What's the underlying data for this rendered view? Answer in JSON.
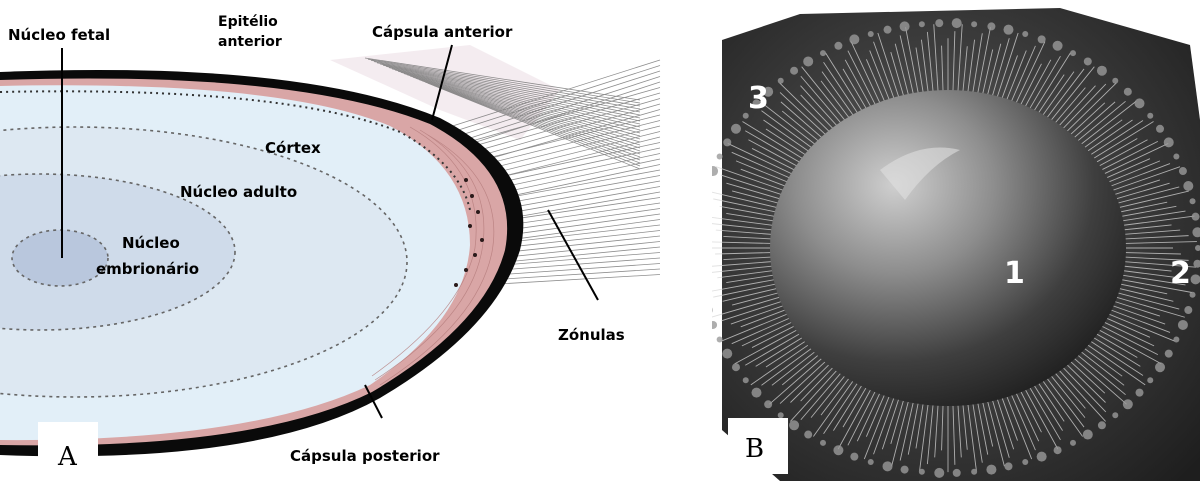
{
  "panel_a": {
    "letter": "A",
    "labels": {
      "nucleo_fetal": "Núcleo fetal",
      "epitelio_line1": "Epitélio",
      "epitelio_line2": "anterior",
      "capsula_anterior": "Cápsula anterior",
      "cortex": "Córtex",
      "nucleo_adulto": "Núcleo adulto",
      "nucleo_embrionario_line1": "Núcleo",
      "nucleo_embrionario_line2": "embrionário",
      "zonulas": "Zónulas",
      "capsula_posterior": "Cápsula posterior"
    }
  },
  "panel_b": {
    "letter": "B",
    "numbers": {
      "n1": "1",
      "n2": "2",
      "n3": "3"
    }
  }
}
